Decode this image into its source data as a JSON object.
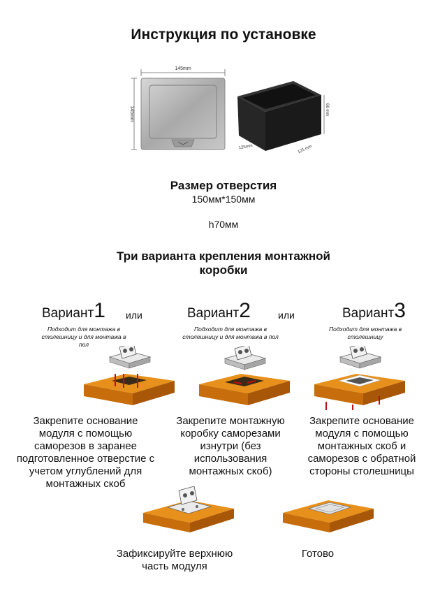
{
  "title": "Инструкция по установке",
  "dimensions": {
    "top_width": "145mm",
    "side_height": "145mm",
    "box_depth": "66 mm",
    "box_front": "125mm",
    "box_side": "125 mm"
  },
  "hole": {
    "heading": "Размер отверстия",
    "size": "150мм*150мм",
    "height": "h70мм"
  },
  "mount_heading_line1": "Три варианта крепления монтажной",
  "mount_heading_line2": "коробки",
  "or_label": "или",
  "variants": [
    {
      "label": "Вариант",
      "number": "1",
      "note_line1": "Подходит для монтажа в",
      "note_line2": "столешницу и для монтажа в",
      "note_line3": "пол",
      "step_lines": [
        "Закрепите основание",
        "модуля с помощью",
        "саморезов в заранее",
        "подготовленное отверстие с",
        "учетом углублений для",
        "монтажных скоб"
      ]
    },
    {
      "label": "Вариант",
      "number": "2",
      "note_line1": "Подходит для монтажа в",
      "note_line2": "столешницу и для монтажа в пол",
      "step_lines": [
        "Закрепите монтажную",
        "коробку саморезами",
        "изнутри (без",
        "использования",
        "монтажных скоб)"
      ]
    },
    {
      "label": "Вариант",
      "number": "3",
      "note_line1": "Подходит для монтажа в",
      "note_line2": "столешницу",
      "step_lines": [
        "Закрепите основание",
        "модуля с помощью",
        "монтажных скоб и",
        "саморезов с обратной",
        "стороны столешницы"
      ]
    }
  ],
  "final_steps": {
    "fix_line1": "Зафиксируйте верхнюю",
    "fix_line2": "часть модуля",
    "done": "Готово"
  },
  "colors": {
    "wood_top": "#e7901b",
    "wood_front": "#c76d0c",
    "wood_side": "#a85708",
    "steel": "#b9b9b9",
    "box": "#222222",
    "screw": "#c01010"
  }
}
